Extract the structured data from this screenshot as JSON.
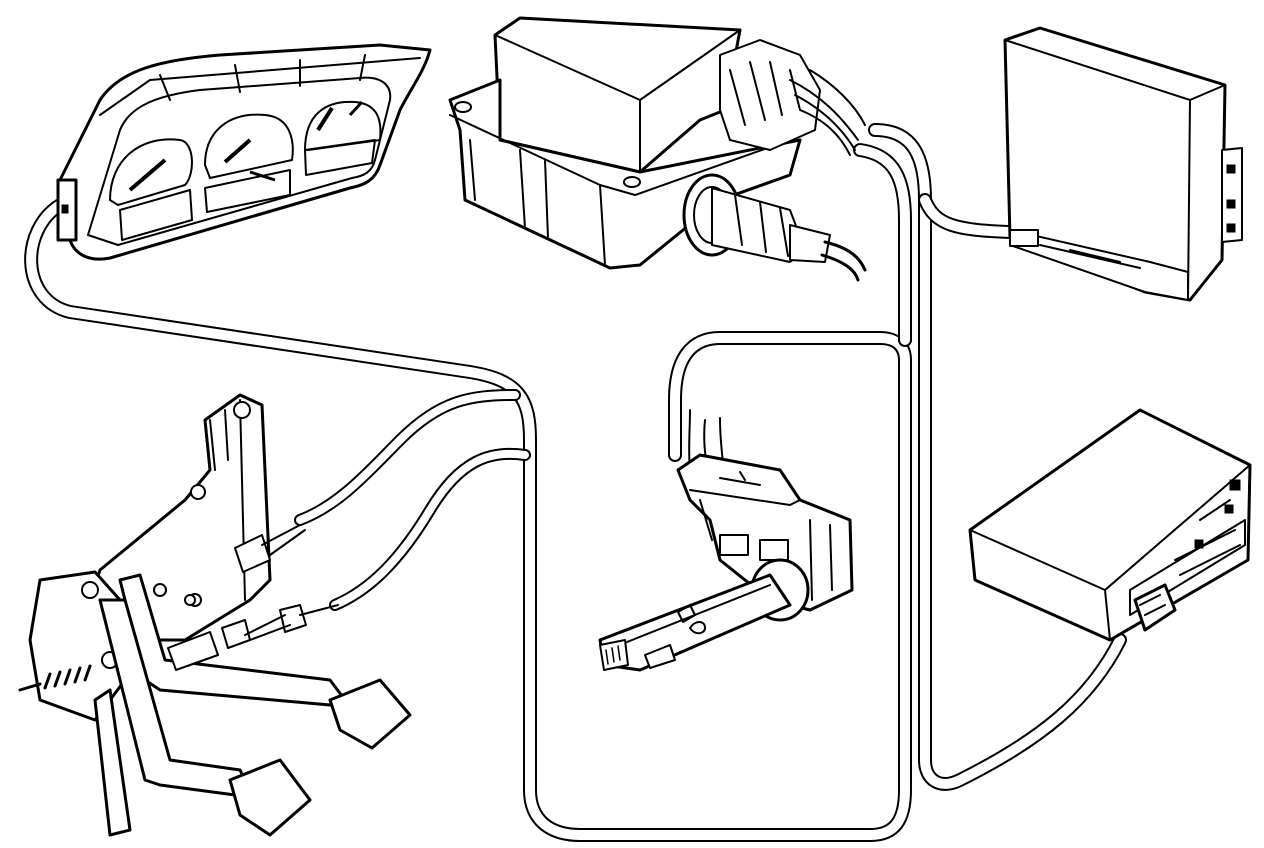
{
  "figure": {
    "components": [
      {
        "id": "instrument-cluster",
        "name_icon": "instrument-cluster-icon"
      },
      {
        "id": "control-module",
        "name_icon": "control-module-icon"
      },
      {
        "id": "ecu",
        "name_icon": "ecu-icon"
      },
      {
        "id": "pedal-assembly",
        "name_icon": "pedal-assembly-icon"
      },
      {
        "id": "stalk-switch",
        "name_icon": "stalk-switch-icon"
      },
      {
        "id": "actuator-box",
        "name_icon": "actuator-box-icon"
      }
    ],
    "colors": {
      "ink": "#000000",
      "paper": "#ffffff"
    }
  }
}
